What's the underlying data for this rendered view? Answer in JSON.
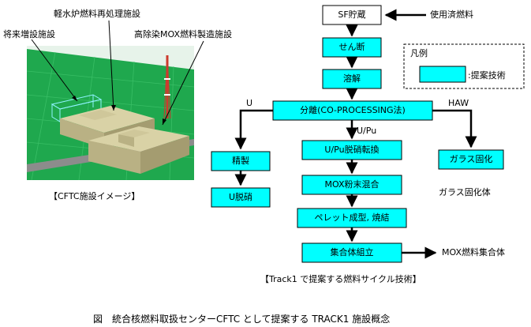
{
  "illustration": {
    "labels": {
      "light_water": "軽水炉燃料再処理施設",
      "future": "将来増設施設",
      "mox_plant": "高除染MOX燃料製造施設"
    },
    "caption": "【CFTC施設イメージ】",
    "colors": {
      "sky": "#e8f4ec",
      "ground": "#1fa84e",
      "grid": "#2fbf5e"
    }
  },
  "flow": {
    "boxes": {
      "sf_storage": "SF貯蔵",
      "shearing": "せん断",
      "dissolution": "溶解",
      "separation": "分離(CO-PROCESSING法)",
      "purification": "精製",
      "u_denitration": "U脱硝",
      "upu_denitration": "U/Pu脱硝転換",
      "mox_mixing": "MOX粉末混合",
      "pellet": "ペレット成型, 焼結",
      "assembly": "集合体組立",
      "vitrification": "ガラス固化"
    },
    "labels": {
      "spent_fuel": "使用済燃料",
      "u": "U",
      "haw": "HAW",
      "upu": "U/Pu",
      "glass_body": "ガラス固化体",
      "mox_assembly": "MOX燃料集合体"
    },
    "legend": {
      "title": "凡例",
      "item": ":提案技術"
    },
    "caption": "【Track1 で提案する燃料サイクル技術】",
    "colors": {
      "proposed": "#00ffff",
      "stroke": "#000000"
    }
  },
  "figure_caption": "図　統合核燃料取扱センターCFTC として提案する TRACK1 施設概念"
}
